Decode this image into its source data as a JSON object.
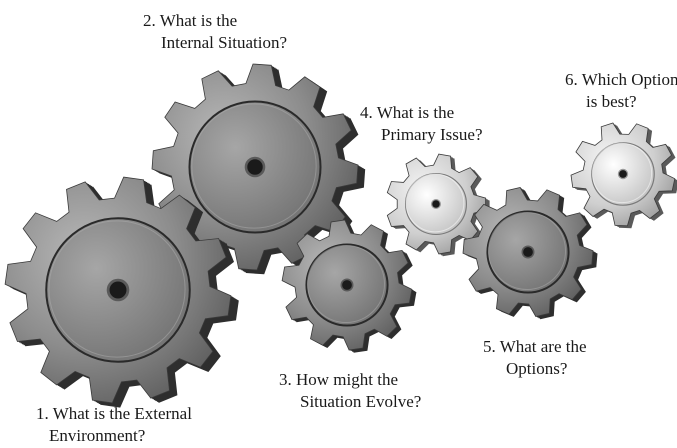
{
  "diagram": {
    "gears": [
      {
        "id": "gear-1",
        "tone": "dark"
      },
      {
        "id": "gear-2",
        "tone": "dark"
      },
      {
        "id": "gear-3",
        "tone": "dark"
      },
      {
        "id": "gear-4",
        "tone": "light"
      },
      {
        "id": "gear-5",
        "tone": "dark"
      },
      {
        "id": "gear-6",
        "tone": "light"
      }
    ],
    "labels": [
      {
        "line1": "1. What is the External",
        "line2": "Environment?"
      },
      {
        "line1": "2. What is the",
        "line2": "Internal Situation?"
      },
      {
        "line1": "3. How might the",
        "line2": "Situation Evolve?"
      },
      {
        "line1": "4. What is the",
        "line2": "Primary Issue?"
      },
      {
        "line1": "5. What are the",
        "line2": "Options?"
      },
      {
        "line1": "6. Which Option",
        "line2": "is best?"
      }
    ]
  },
  "colors": {
    "dark_gear_face": "#8a8a8a",
    "dark_gear_side": "#2e2e2e",
    "light_gear_face": "#d4d4d4",
    "light_gear_side": "#5a5a5a",
    "hub": "#1a1a1a"
  }
}
